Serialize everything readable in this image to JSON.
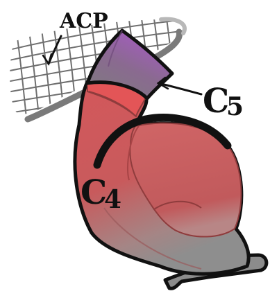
{
  "labels": {
    "acp": "ACP",
    "c5_letter": "C",
    "c5_sub": "5",
    "c4_letter": "C",
    "c4_sub": "4"
  },
  "colors": {
    "mesh": "#6f6f6f",
    "mesh_rim": "#b8b8b8",
    "artery_red": "#cf5d5f",
    "artery_dark": "#a84446",
    "artery_highlight": "#e35557",
    "gray": "#8a8a8a",
    "purple": "#9a56b0",
    "outline": "#111111"
  },
  "icons": {
    "mesh": "anterior-clinoid-mesh",
    "vessel": "carotid-artery-segment"
  }
}
